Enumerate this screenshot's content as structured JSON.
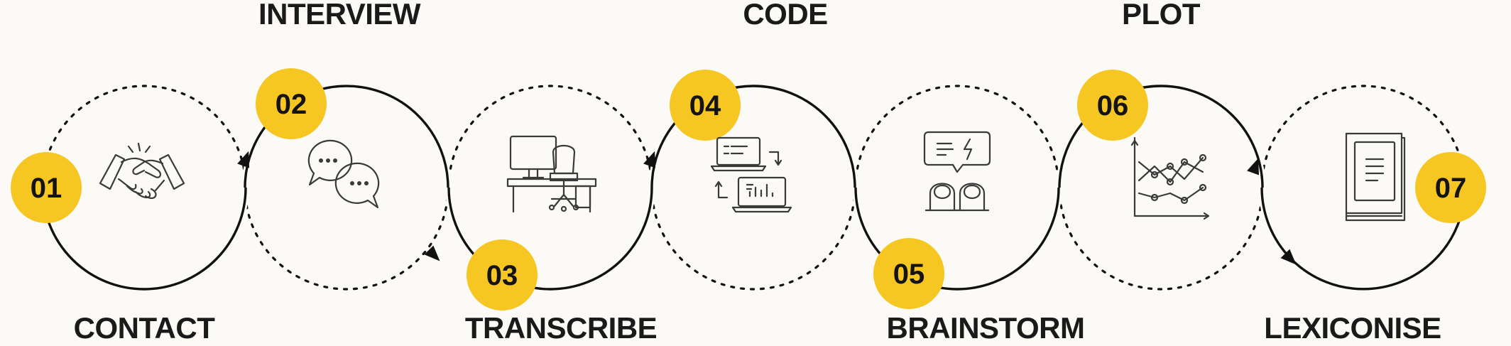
{
  "colors": {
    "background": "#fbfaf7",
    "accent": "#f6c623",
    "line": "#111111"
  },
  "steps": [
    {
      "number": "01",
      "label": "CONTACT",
      "icon": "handshake-icon"
    },
    {
      "number": "02",
      "label": "INTERVIEW",
      "icon": "chat-bubbles-icon"
    },
    {
      "number": "03",
      "label": "TRANSCRIBE",
      "icon": "desk-workstation-icon"
    },
    {
      "number": "04",
      "label": "CODE",
      "icon": "laptops-exchange-icon"
    },
    {
      "number": "05",
      "label": "BRAINSTORM",
      "icon": "people-discussion-icon"
    },
    {
      "number": "06",
      "label": "PLOT",
      "icon": "line-plot-icon"
    },
    {
      "number": "07",
      "label": "LEXICONISE",
      "icon": "book-icon"
    }
  ]
}
